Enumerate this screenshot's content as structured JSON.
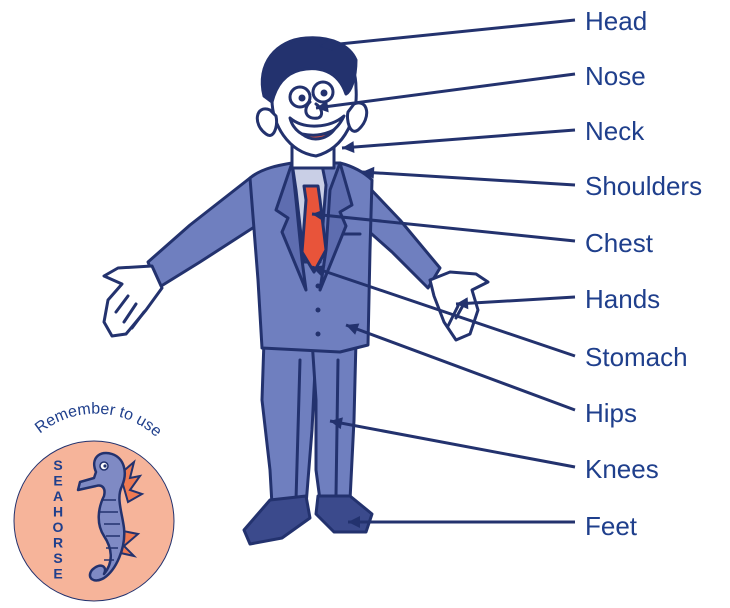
{
  "colors": {
    "label_text": "#1f3f8c",
    "leader_line": "#23326e",
    "suit": "#6f7fbf",
    "tie": "#e8543a",
    "skin": "#ffffff",
    "shoes": "#3b4a8c",
    "badge_fill": "#f6b49a",
    "seahorse_body": "#7f8ac4",
    "seahorse_fins": "#ef7a52"
  },
  "labels": [
    {
      "id": "head",
      "text": "Head"
    },
    {
      "id": "nose",
      "text": "Nose"
    },
    {
      "id": "neck",
      "text": "Neck"
    },
    {
      "id": "shoulders",
      "text": "Shoulders"
    },
    {
      "id": "chest",
      "text": "Chest"
    },
    {
      "id": "hands",
      "text": "Hands"
    },
    {
      "id": "stomach",
      "text": "Stomach"
    },
    {
      "id": "hips",
      "text": "Hips"
    },
    {
      "id": "knees",
      "text": "Knees"
    },
    {
      "id": "feet",
      "text": "Feet"
    }
  ],
  "badge": {
    "arc_text": "Remember to use",
    "vertical_word": [
      "S",
      "E",
      "A",
      "H",
      "O",
      "R",
      "S",
      "E"
    ],
    "icon": "seahorse-icon"
  }
}
